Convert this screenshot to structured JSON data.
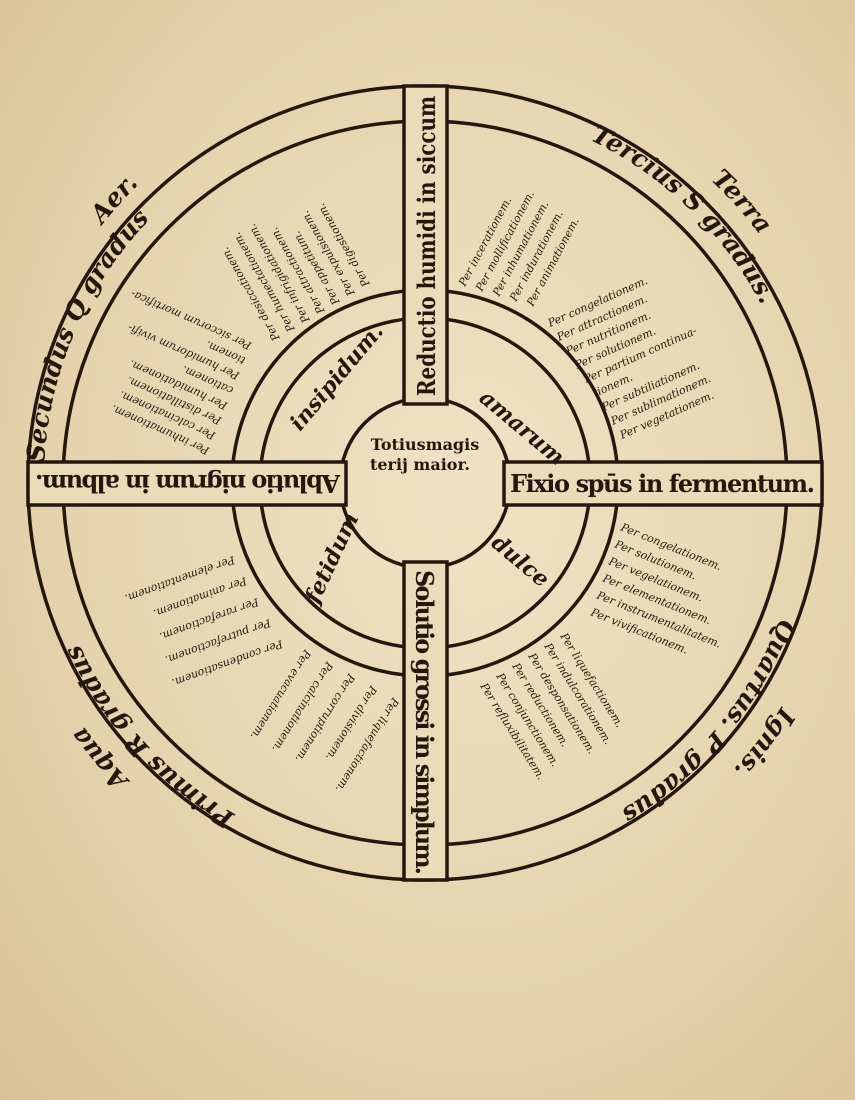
{
  "center": {
    "line1": "Totiusmagis",
    "line2": "terij maior."
  },
  "bars": {
    "top": "Reductio humidi in siccum",
    "right": "Fixio spūs in fermentum.",
    "bottom": "Solutio grossi in simplum.",
    "left": "Ablutio nigrum in album."
  },
  "tastes": {
    "upper_right": "amarum",
    "upper_left": "insipidum.",
    "lower_left": "fetidum",
    "lower_right": "dulce"
  },
  "band": {
    "upper_left": "Secundus Q gradus",
    "upper_right": "Tercius S gradus.",
    "lower_right": "Quartus. P gradus",
    "lower_left": "Primus R gradus"
  },
  "elements": {
    "upper_left": "Aer.",
    "upper_right": "Terra",
    "lower_right": "Ignis.",
    "lower_left": "Aqua"
  },
  "lists": {
    "ur_a": [
      "Per incerationem.",
      "Per mollificationem.",
      "Per inhumationem.",
      "Per indurationem.",
      "Per animationem."
    ],
    "ur_b": [
      "Per congelationem.",
      "Per attractionem.",
      "Per nutritionem.",
      "Per solutionem.",
      "Per partium continua-",
      "tionem.",
      "Per subtiliationem.",
      "Per sublimationem.",
      "Per vegetationem."
    ],
    "lr_a": [
      "Per congelationem.",
      "Per solutionem.",
      "Per vegelationem.",
      "Per elementationem.",
      "Per instrumentalitatem.",
      "Per vivificationem."
    ],
    "lr_b": [
      "Per liquefactionem.",
      "Per indulcorationem.",
      "Per desponsationem.",
      "Per reductionem.",
      "Per conjunctionem.",
      "Per refluxibilitatem."
    ],
    "ll_a": [
      "Per elementationem.",
      "Per animationem.",
      "Per rarefactionem.",
      "Per putrefactionem.",
      "Per condensationem."
    ],
    "ll_b": [
      "Per liquefactionem.",
      "Per divisionem.",
      "Per corruptionem.",
      "Per calcinationem.",
      "Per evacuationem."
    ],
    "ul_a": [
      "Per siccorum mortifica-",
      "tionem.",
      "Per humidorum vivifi-",
      "cationem.",
      "Per humidationem.",
      "Per distillationem.",
      "Per calcinationem.",
      "Per inhumationem."
    ],
    "ul_b": [
      "Per desiccationem.",
      "Per humectationem.",
      "Per infrigidationem.",
      "Per attractionem.",
      "Per appetitum.",
      "Per expulsionem.",
      "Per digestionem."
    ]
  }
}
